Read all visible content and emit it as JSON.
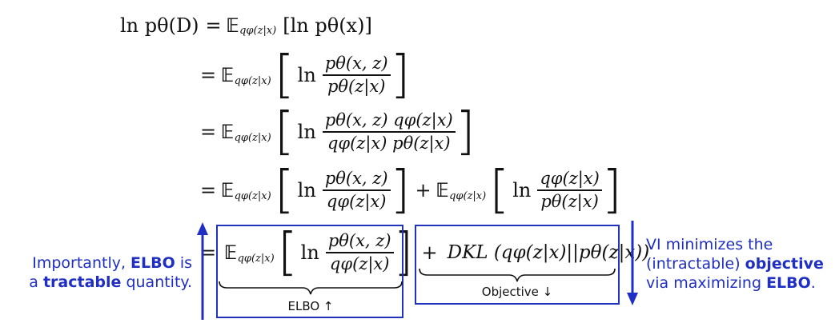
{
  "derivation": {
    "lhs": "ln pθ(D)",
    "eq": "=",
    "expectation_symbol": "𝔼",
    "expectation_sub": "qφ(z|x)",
    "line1_body": "[ln pθ(x)]",
    "log": "ln",
    "line2": {
      "num": "pθ(x, z)",
      "den": "pθ(z|x)"
    },
    "line3": {
      "num": "pθ(x, z) qφ(z|x)",
      "den": "qφ(z|x) pθ(z|x)"
    },
    "line4": {
      "num1": "pθ(x, z)",
      "den1": "qφ(z|x)",
      "plus": "+",
      "num2": "qφ(z|x)",
      "den2": "pθ(z|x)"
    },
    "line5": {
      "num": "pθ(x, z)",
      "den": "qφ(z|x)",
      "plus": "+",
      "kl": "DKL (qφ(z|x)||pθ(z|x))"
    }
  },
  "labels": {
    "elbo": "ELBO ↑",
    "objective": "Objective ↓"
  },
  "notes": {
    "left_prefix": "Importantly, ",
    "left_elbo": "ELBO",
    "left_mid": " is",
    "left_line2_a": "a ",
    "left_tractable": "tractable",
    "left_line2_b": " quantity.",
    "right_line1": "VI minimizes the",
    "right_line2_a": "(intractable) ",
    "right_objective": "objective",
    "right_line3_a": "via maximizing ",
    "right_elbo": "ELBO",
    "right_line3_b": "."
  },
  "colors": {
    "accent": "#1f2fc4",
    "box": "#2233bb",
    "text": "#111111"
  }
}
